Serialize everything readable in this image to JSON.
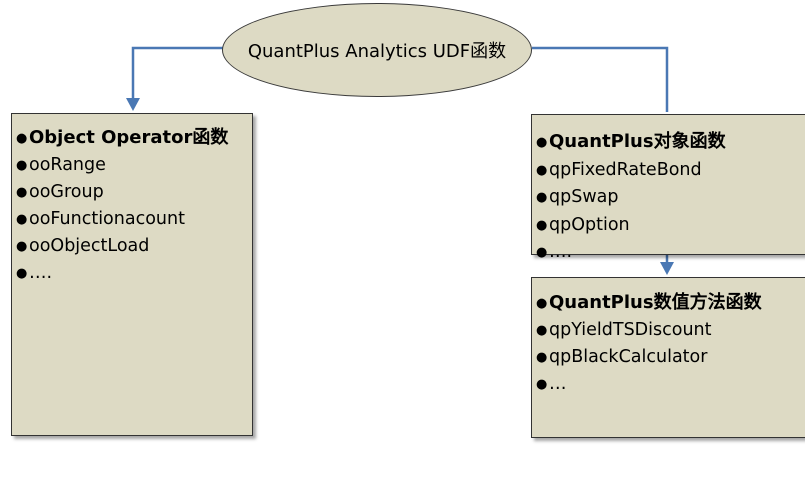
{
  "root": {
    "label": "QuantPlus Analytics UDF函数"
  },
  "left_box": {
    "heading": "Object Operator函数",
    "items": [
      "ooRange",
      "ooGroup",
      "ooFunctionacount",
      "ooObjectLoad",
      "…."
    ]
  },
  "right_top_box": {
    "heading": "QuantPlus对象函数",
    "items": [
      "qpFixedRateBond",
      "qpSwap",
      "qpOption",
      "…."
    ]
  },
  "right_bottom_box": {
    "heading": "QuantPlus数值方法函数",
    "items": [
      "qpYieldTSDiscount",
      "qpBlackCalculator",
      "…"
    ]
  },
  "colors": {
    "connector": "#4a78b4",
    "box_fill": "#dddac4"
  }
}
